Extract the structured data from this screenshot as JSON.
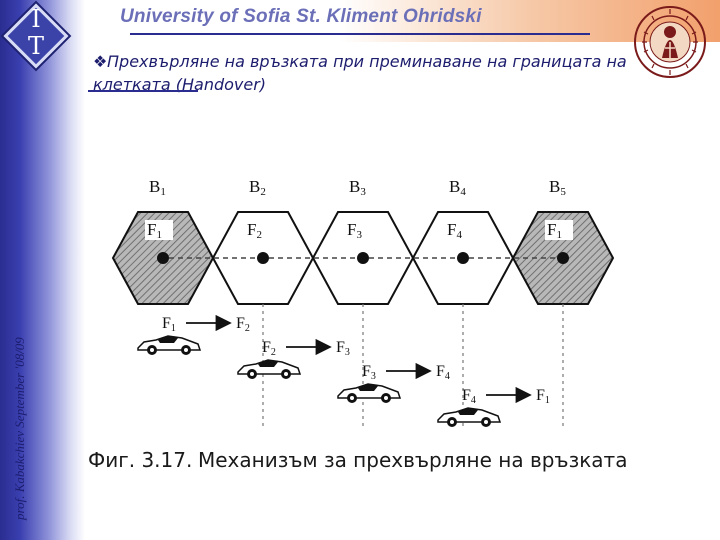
{
  "header": {
    "university": "University of Sofia St. Kliment Ohridski",
    "logo_letters": [
      "I",
      "T"
    ]
  },
  "slide": {
    "bullet_text": "Прехвърляне на връзката при преминаване на границата на клетката (Handover)"
  },
  "sidebar": {
    "vertical_text": "prof. Kabakchiev September '08/09"
  },
  "figure": {
    "stations": [
      "B",
      "B",
      "B",
      "B",
      "B"
    ],
    "station_subs": [
      "1",
      "2",
      "3",
      "4",
      "5"
    ],
    "cells": [
      "F",
      "F",
      "F",
      "F",
      "F"
    ],
    "cell_subs": [
      "1",
      "2",
      "3",
      "4",
      "1"
    ],
    "shaded_cells": [
      0,
      4
    ],
    "handovers": [
      {
        "from": "F",
        "from_sub": "1",
        "to": "F",
        "to_sub": "2"
      },
      {
        "from": "F",
        "from_sub": "2",
        "to": "F",
        "to_sub": "3"
      },
      {
        "from": "F",
        "from_sub": "3",
        "to": "F",
        "to_sub": "4"
      },
      {
        "from": "F",
        "from_sub": "4",
        "to": "F",
        "to_sub": "1"
      }
    ]
  },
  "caption": {
    "number": "Фиг. 3.17.",
    "text": "Механизъм за прехвърляне на връзката"
  },
  "colors": {
    "sidebar": "#2a2d8f",
    "title": "#6b6fb8",
    "text": "#1d1d6e",
    "header_gradient_end": "#f2a06c"
  }
}
